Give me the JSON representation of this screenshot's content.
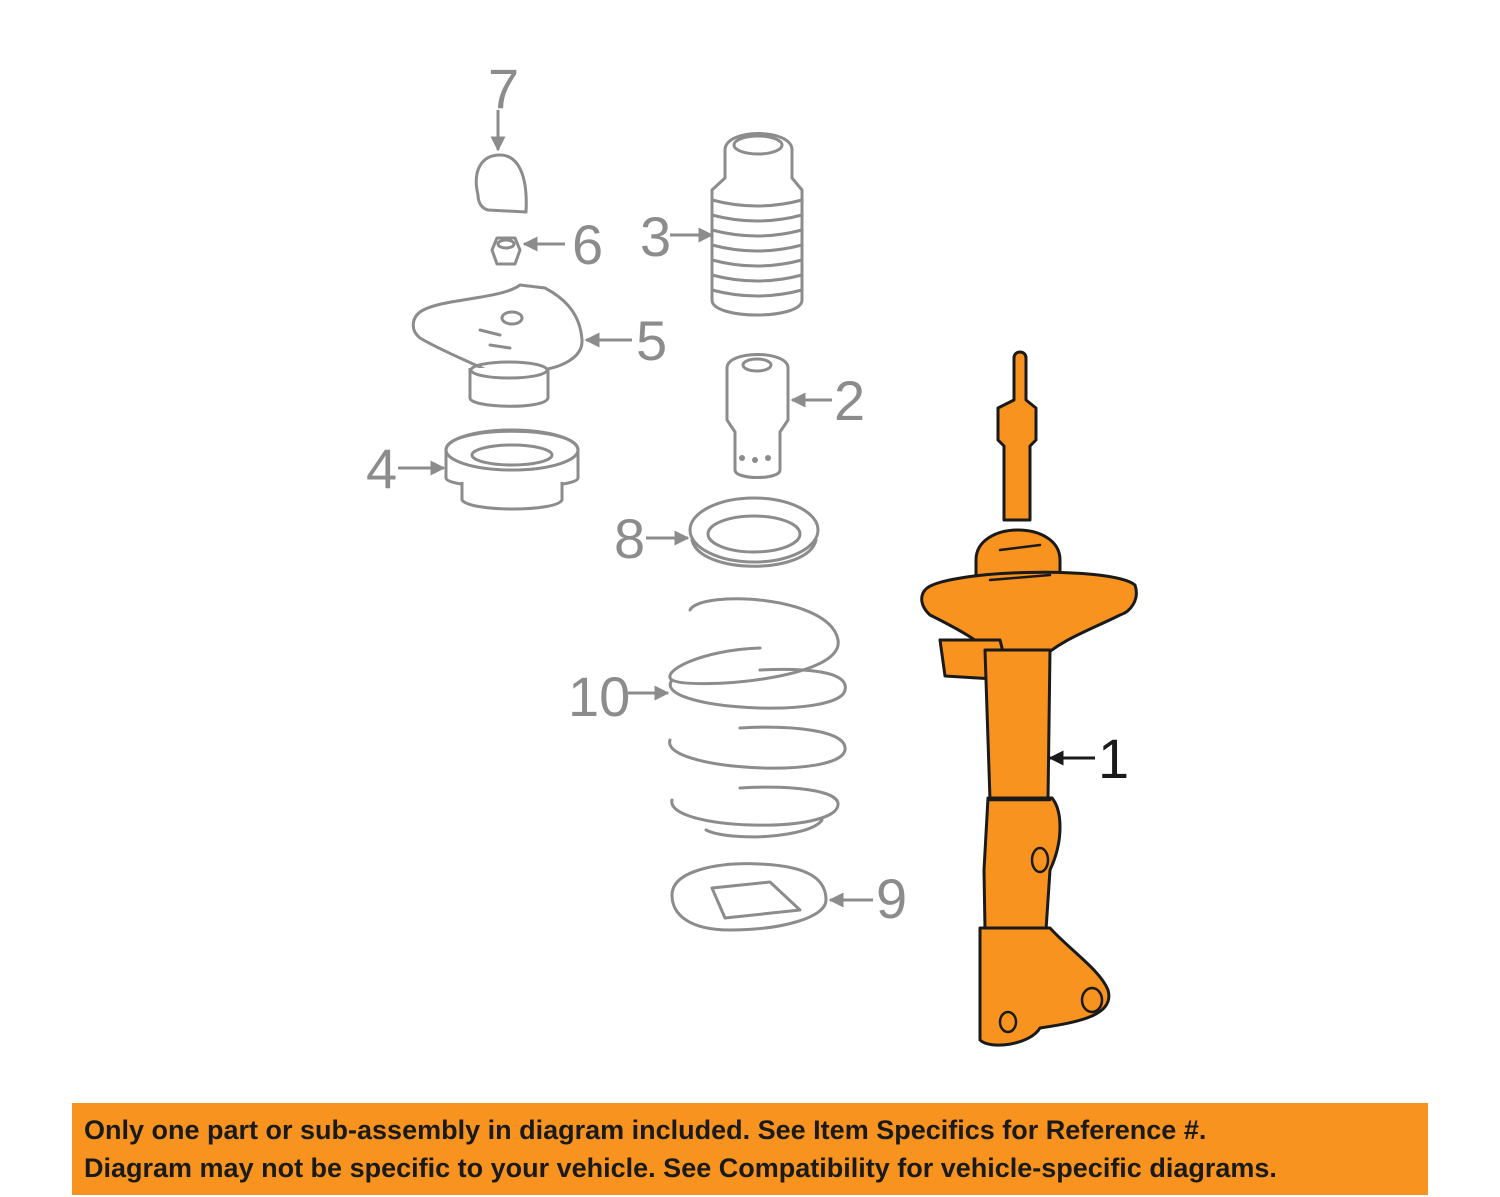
{
  "colors": {
    "highlight": "#f7931e",
    "parts_stroke": "#8c8c8c",
    "ink": "#1a1a1a",
    "banner_bg": "#f7931e"
  },
  "callouts": {
    "c1": "1",
    "c2": "2",
    "c3": "3",
    "c4": "4",
    "c5": "5",
    "c6": "6",
    "c7": "7",
    "c8": "8",
    "c9": "9",
    "c10": "10"
  },
  "banner": {
    "line1": "Only one part or sub-assembly in diagram included. See Item Specifics for Reference #.",
    "line2": "Diagram may not be specific to your vehicle. See Compatibility for vehicle-specific diagrams."
  }
}
